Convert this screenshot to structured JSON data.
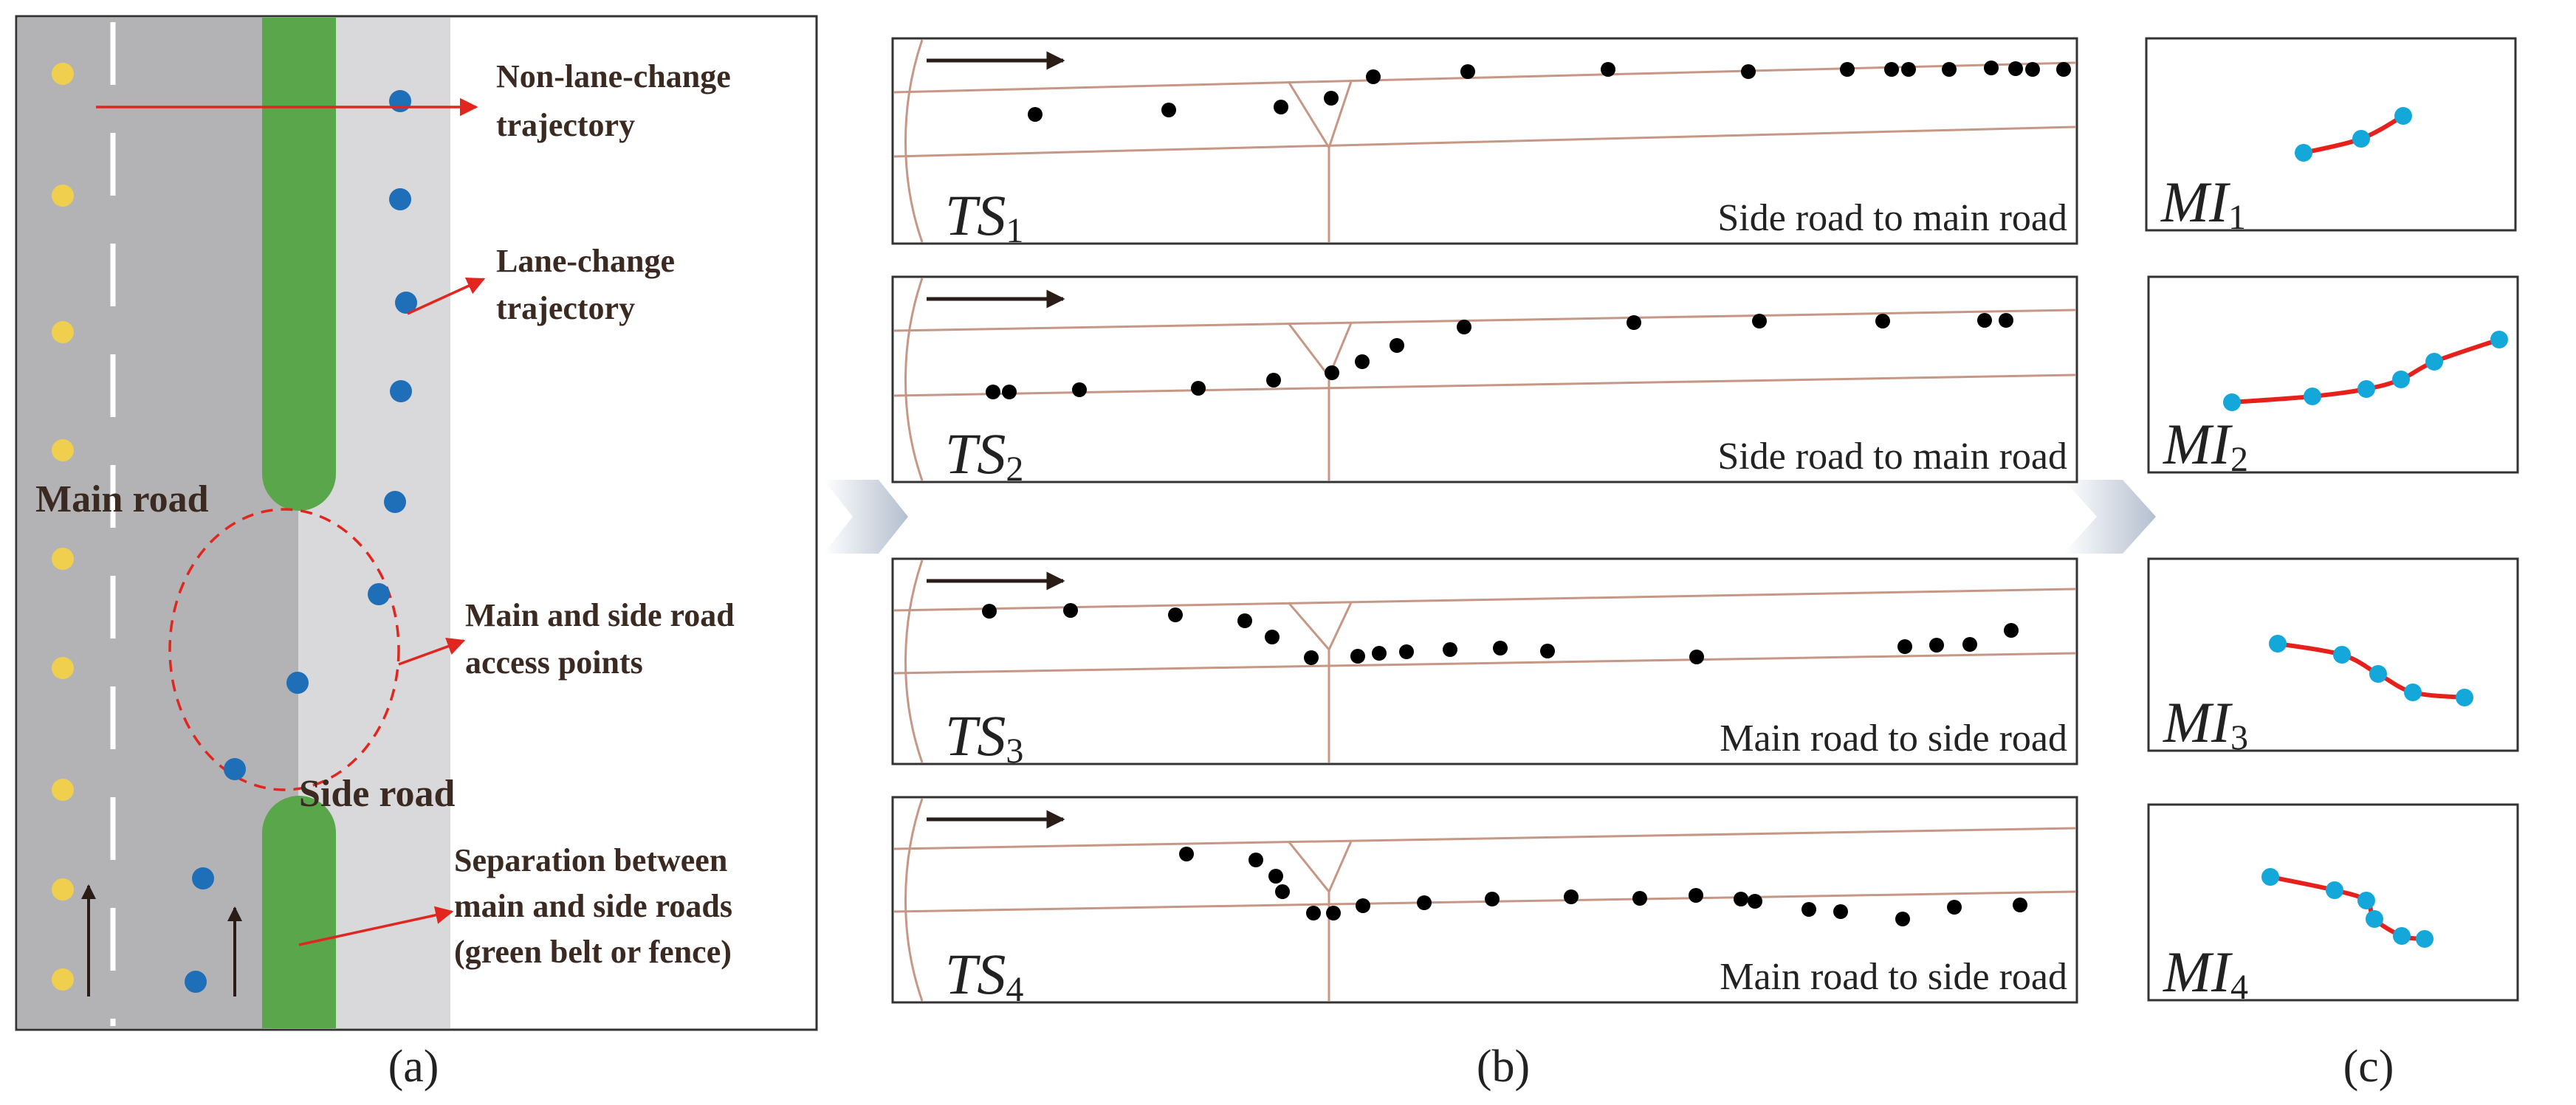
{
  "panel_a": {
    "main_road_label": "Main road",
    "side_road_label": "Side road",
    "annotations": [
      [
        "Non-lane-change",
        "trajectory"
      ],
      [
        "Lane-change",
        "trajectory"
      ],
      [
        "Main and side road",
        "access points"
      ],
      [
        "Separation between",
        "main and side roads",
        "(green belt or fence)"
      ]
    ],
    "caption": "(a)"
  },
  "panel_b": {
    "caption": "(b)",
    "rows": [
      {
        "label": "TS",
        "sub": "1",
        "desc": "Side road to main road"
      },
      {
        "label": "TS",
        "sub": "2",
        "desc": "Side road to main road"
      },
      {
        "label": "TS",
        "sub": "3",
        "desc": "Main road to side road"
      },
      {
        "label": "TS",
        "sub": "4",
        "desc": "Main road to side road"
      }
    ]
  },
  "panel_c": {
    "caption": "(c)",
    "rows": [
      {
        "label": "MI",
        "sub": "1"
      },
      {
        "label": "MI",
        "sub": "2"
      },
      {
        "label": "MI",
        "sub": "3"
      },
      {
        "label": "MI",
        "sub": "4"
      }
    ]
  },
  "colors": {
    "road_dark": "#b3b3b5",
    "road_light": "#d9d9db",
    "green_belt": "#5aa64a",
    "yellow_point": "#f1cf4e",
    "blue_point": "#1f6fb8",
    "arrow_red": "#e0261f",
    "road_line_brown": "#c79786",
    "mi_line": "#e8201c",
    "mi_point": "#14a7da"
  }
}
